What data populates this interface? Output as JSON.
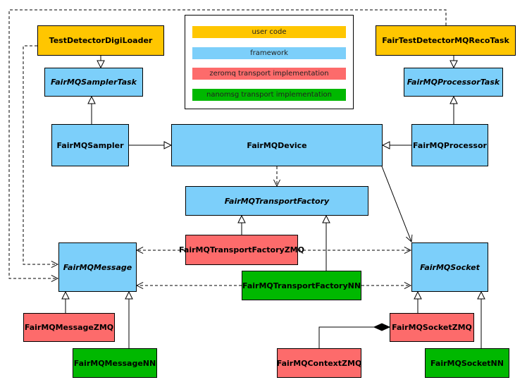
{
  "colors": {
    "user_code": "#ffc600",
    "framework": "#7ccffa",
    "zeromq": "#fd6b6b",
    "nanomsg": "#00b800"
  },
  "legend": [
    {
      "label": "user code",
      "color_key": "user_code"
    },
    {
      "label": "framework",
      "color_key": "framework"
    },
    {
      "label": "zeromq transport implementation",
      "color_key": "zeromq"
    },
    {
      "label": "nanomsg transport implementation",
      "color_key": "nanomsg"
    }
  ],
  "nodes": {
    "test_detector_digi_loader": "TestDetectorDigiLoader",
    "fair_test_detector_mq_reco_task": "FairTestDetectorMQRecoTask",
    "fair_mq_sampler_task": "FairMQSamplerTask",
    "fair_mq_processor_task": "FairMQProcessorTask",
    "fair_mq_sampler": "FairMQSampler",
    "fair_mq_device": "FairMQDevice",
    "fair_mq_processor": "FairMQProcessor",
    "fair_mq_transport_factory": "FairMQTransportFactory",
    "fair_mq_transport_factory_zmq": "FairMQTransportFactoryZMQ",
    "fair_mq_transport_factory_nn": "FairMQTransportFactoryNN",
    "fair_mq_message": "FairMQMessage",
    "fair_mq_socket": "FairMQSocket",
    "fair_mq_message_zmq": "FairMQMessageZMQ",
    "fair_mq_message_nn": "FairMQMessageNN",
    "fair_mq_socket_zmq": "FairMQSocketZMQ",
    "fair_mq_context_zmq": "FairMQContextZMQ",
    "fair_mq_socket_nn": "FairMQSocketNN"
  }
}
